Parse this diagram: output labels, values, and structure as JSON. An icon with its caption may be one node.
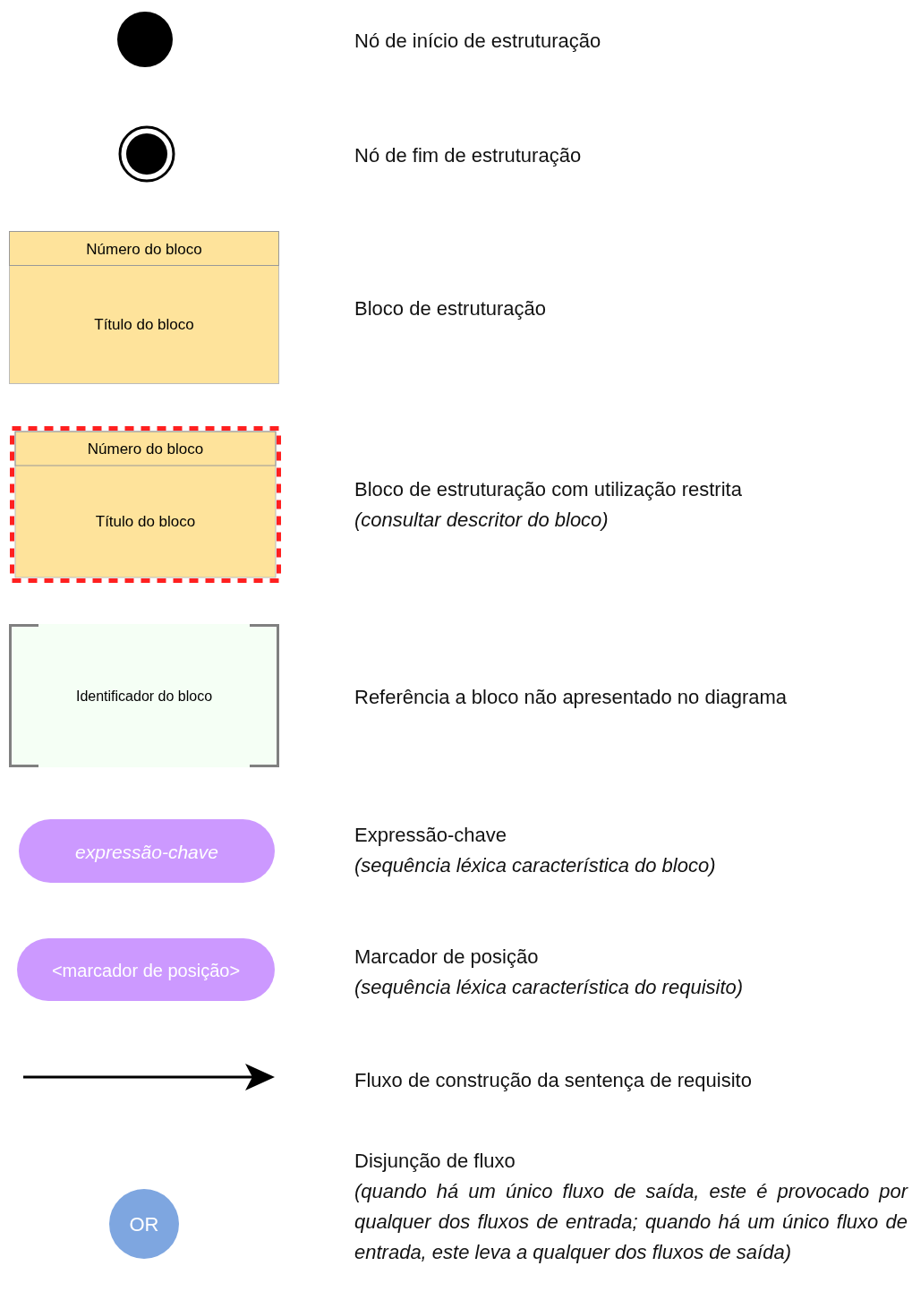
{
  "diagram": {
    "nodes": [
      {
        "text": [],
        "shape": "circle"
      },
      {
        "text": [],
        "shape": "circle"
      },
      {
        "text": [
          "Número do bloco",
          "Título do bloco"
        ],
        "beside": [
          "Bloco de estruturação"
        ]
      },
      {
        "text": [
          "Número do bloco",
          "Título do bloco"
        ],
        "beside": [
          "Bloco de estruturação com utilização restrita",
          "(consultar descritor do bloco)"
        ]
      },
      {
        "text": [
          "Identificador do bloco"
        ],
        "beside": [
          "Referência a bloco não apresentado no diagrama"
        ]
      },
      {
        "text": [
          "expressão-chave"
        ],
        "beside": [
          "Expressão-chave",
          "(sequência léxica característica do bloco)"
        ]
      },
      {
        "text": [
          "<marcador de posição>"
        ],
        "beside": [
          "Marcador de posição",
          "(sequência léxica característica do requisito)"
        ]
      },
      {
        "text": [
          "OR"
        ],
        "beside": [
          "Disjunção de fluxo",
          "(quando há um único fluxo de saída, este é provocado por qualquer dos fluxos de entrada; quando há um único fluxo de entrada, este leva a qualquer dos fluxos de saída)"
        ]
      }
    ],
    "labels": [
      "Nó de início de estruturação",
      "Nó de fim de estruturação"
    ],
    "legend": [
      {
        "text": "Fluxo de construção da sentença de requisito"
      }
    ]
  }
}
